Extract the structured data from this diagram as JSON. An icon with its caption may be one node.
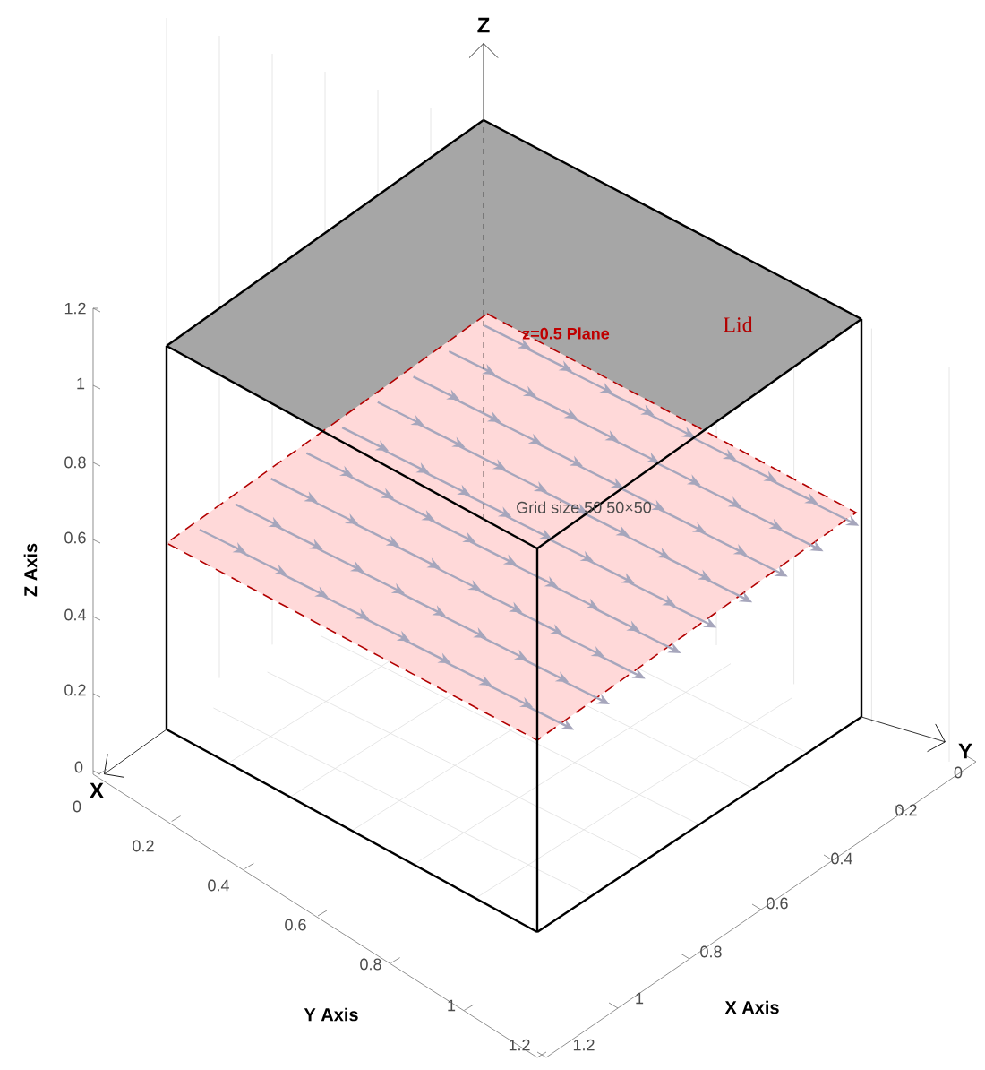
{
  "diagram": {
    "labels": [
      "Z",
      "Lid",
      "z=0.5 Plane",
      "Grid size 50 50×50",
      "Z Axis",
      "1.2",
      "1",
      "0.8",
      "0.6",
      "0.4",
      "0.2",
      "0",
      "Y",
      "X",
      "0",
      "0.2",
      "0.4",
      "0.6",
      "0.8",
      "1",
      "1.2",
      "Y Axis",
      "0",
      "0.2",
      "0.4",
      "0.6",
      "0.8",
      "1",
      "1.2",
      "X Axis"
    ]
  }
}
